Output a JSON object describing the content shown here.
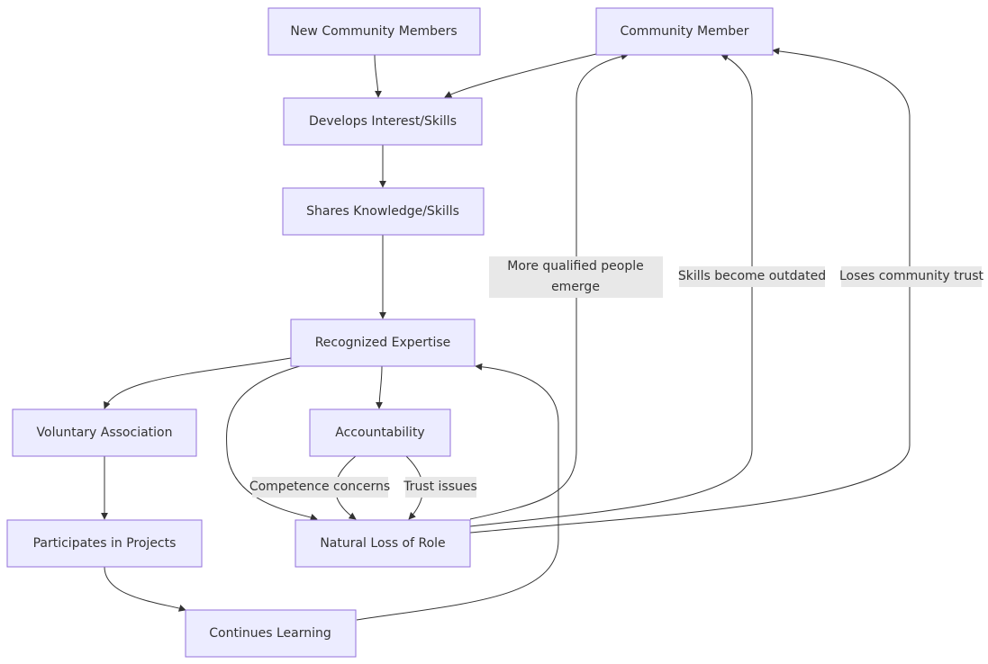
{
  "nodes": {
    "new_members": "New Community Members",
    "community_member": "Community Member",
    "develops": "Develops Interest/Skills",
    "shares": "Shares Knowledge/Skills",
    "recognized": "Recognized Expertise",
    "voluntary": "Voluntary Association",
    "accountability": "Accountability",
    "participates": "Participates in Projects",
    "natural_loss": "Natural Loss of Role",
    "continues": "Continues Learning"
  },
  "edge_labels": {
    "more_qualified": [
      "More qualified people",
      "emerge"
    ],
    "outdated": "Skills become outdated",
    "loses_trust": "Loses community trust",
    "competence": "Competence concerns",
    "trust_issues": "Trust issues"
  },
  "colors": {
    "node_fill": "#ECECFF",
    "node_stroke": "#9370DB",
    "edge": "#333333",
    "label_bg": "#e8e8e8"
  }
}
